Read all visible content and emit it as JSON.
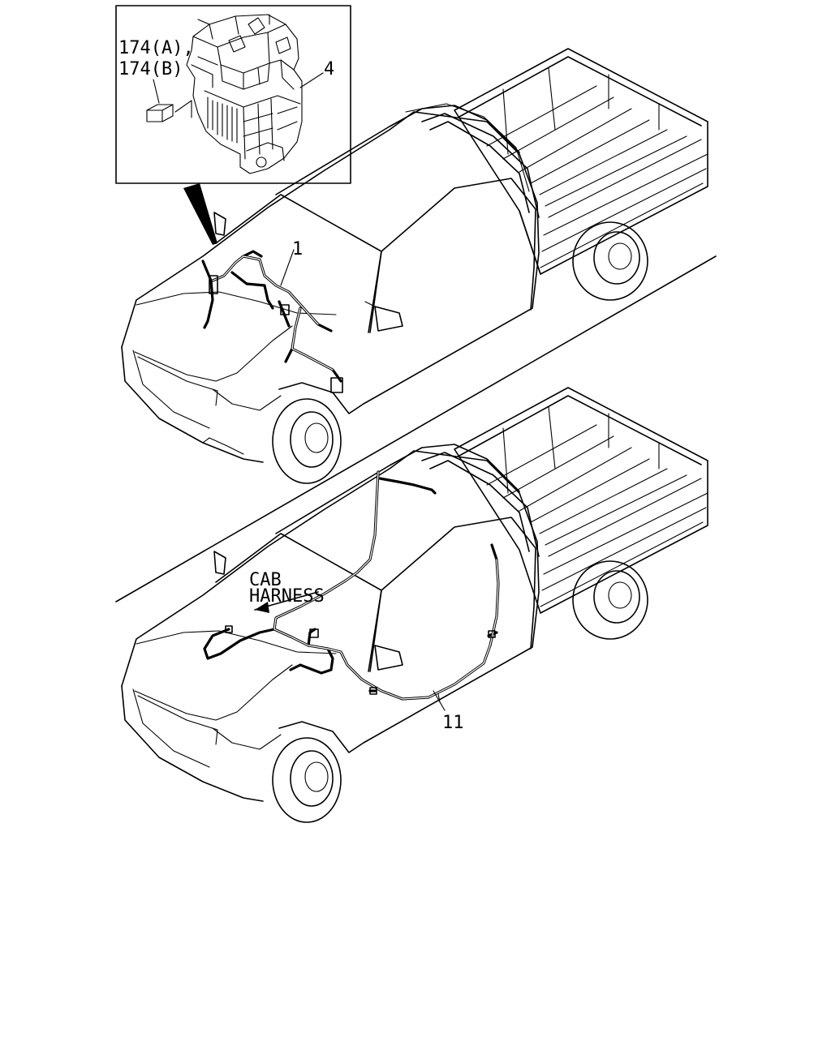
{
  "callouts": {
    "part_174": "174(A),",
    "part_174b": "174(B)",
    "part_4": "4",
    "part_1": "1",
    "part_11": "11",
    "cab_line1": "CAB",
    "cab_line2": "HARNESS"
  },
  "icons": [
    "fuse-relay-box",
    "fuse",
    "pickup-truck",
    "wiring-harness",
    "arrow"
  ]
}
